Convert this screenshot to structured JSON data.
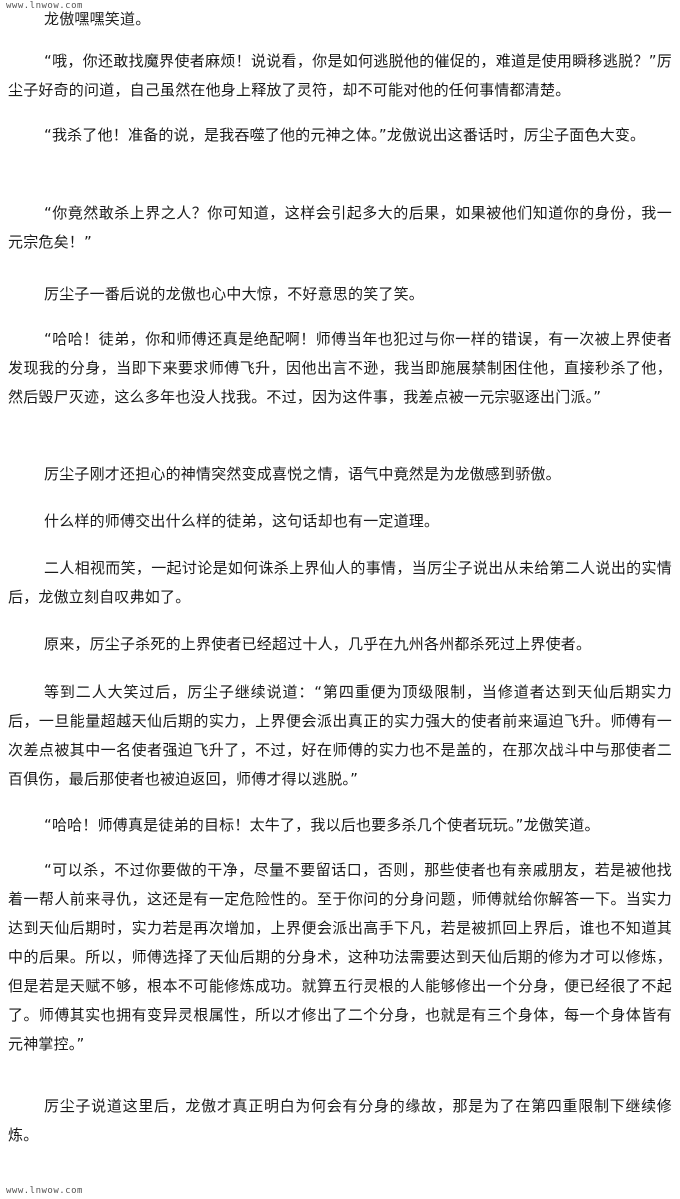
{
  "site_url": "www.lnwow.com",
  "paragraphs": [
    "龙傲嘿嘿笑道。",
    "“哦，你还敢找魔界使者麻烦！说说看，你是如何逃脱他的催促的，难道是使用瞬移逃脱？”厉尘子好奇的问道，自己虽然在他身上释放了灵符，却不可能对他的任何事情都清楚。",
    "“我杀了他！准备的说，是我吞噬了他的元神之体。”龙傲说出这番话时，厉尘子面色大变。",
    "“你竟然敢杀上界之人？你可知道，这样会引起多大的后果，如果被他们知道你的身份，我一元宗危矣！”",
    "厉尘子一番后说的龙傲也心中大惊，不好意思的笑了笑。",
    "“哈哈！徒弟，你和师傅还真是绝配啊！师傅当年也犯过与你一样的错误，有一次被上界使者发现我的分身，当即下来要求师傅飞升，因他出言不逊，我当即施展禁制困住他，直接秒杀了他，然后毁尸灭迹，这么多年也没人找我。不过，因为这件事，我差点被一元宗驱逐出门派。”",
    "厉尘子刚才还担心的神情突然变成喜悦之情，语气中竟然是为龙傲感到骄傲。",
    "什么样的师傅交出什么样的徒弟，这句话却也有一定道理。",
    "二人相视而笑，一起讨论是如何诛杀上界仙人的事情，当厉尘子说出从未给第二人说出的实情后，龙傲立刻自叹弗如了。",
    "原来，厉尘子杀死的上界使者已经超过十人，几乎在九州各州都杀死过上界使者。",
    "等到二人大笑过后，厉尘子继续说道：“第四重便为顶级限制，当修道者达到天仙后期实力后，一旦能量超越天仙后期的实力，上界便会派出真正的实力强大的使者前来逼迫飞升。师傅有一次差点被其中一名使者强迫飞升了，不过，好在师傅的实力也不是盖的，在那次战斗中与那使者二百俱伤，最后那使者也被迫返回，师傅才得以逃脱。”",
    "“哈哈！师傅真是徒弟的目标！太牛了，我以后也要多杀几个使者玩玩。”龙傲笑道。",
    "“可以杀，不过你要做的干净，尽量不要留话口，否则，那些使者也有亲戚朋友，若是被他找着一帮人前来寻仇，这还是有一定危险性的。至于你问的分身问题，师傅就给你解答一下。当实力达到天仙后期时，实力若是再次增加，上界便会派出高手下凡，若是被抓回上界后，谁也不知道其中的后果。所以，师傅选择了天仙后期的分身术，这种功法需要达到天仙后期的修为才可以修炼，但是若是天赋不够，根本不可能修炼成功。就算五行灵根的人能够修出一个分身，便已经很了不起了。师傅其实也拥有变异灵根属性，所以才修出了二个分身，也就是有三个身体，每一个身体皆有元神掌控。”",
    "厉尘子说道这里后，龙傲才真正明白为何会有分身的缘故，那是为了在第四重限制下继续修炼。"
  ]
}
